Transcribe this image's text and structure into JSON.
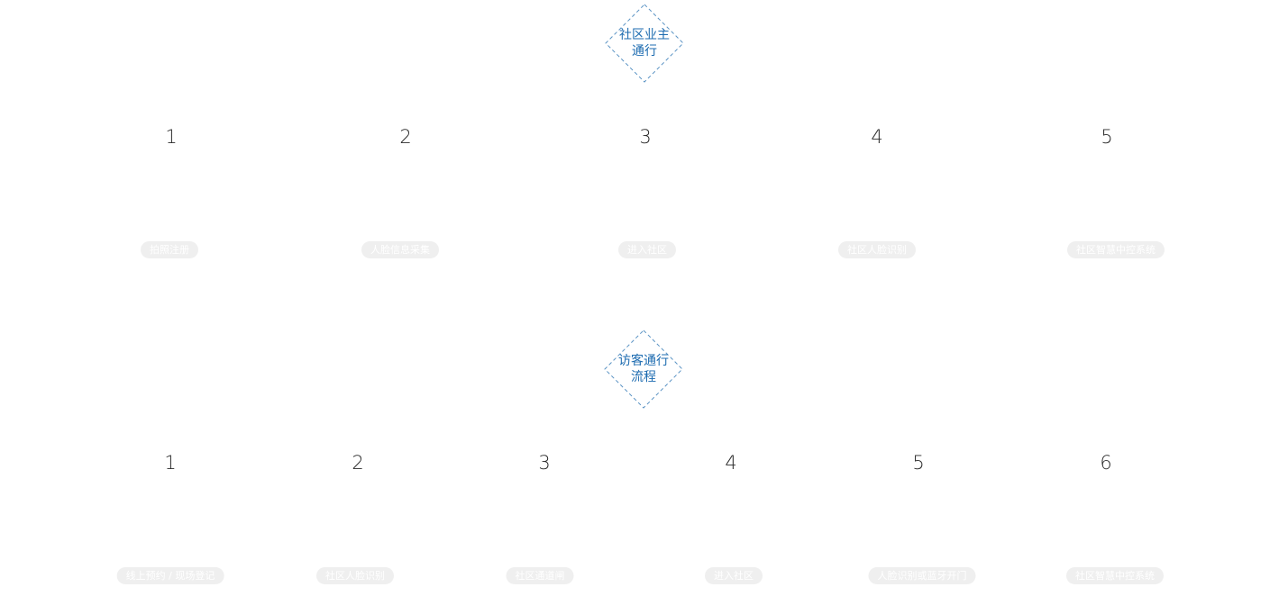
{
  "owner_flow": {
    "title": "社区业主\n通行",
    "steps": [
      {
        "number": "1",
        "label": "拍照注册"
      },
      {
        "number": "2",
        "label": "人脸信息采集"
      },
      {
        "number": "3",
        "label": "进入社区"
      },
      {
        "number": "4",
        "label": "社区人脸识别"
      },
      {
        "number": "5",
        "label": "社区智慧中控系统"
      }
    ]
  },
  "visitor_flow": {
    "title": "访客通行\n流程",
    "steps": [
      {
        "number": "1",
        "label": "线上预约 / 现场登记"
      },
      {
        "number": "2",
        "label": "社区人脸识别"
      },
      {
        "number": "3",
        "label": "社区通道闸"
      },
      {
        "number": "4",
        "label": "进入社区"
      },
      {
        "number": "5",
        "label": "人脸识别或蓝牙开门"
      },
      {
        "number": "6",
        "label": "社区智慧中控系统"
      }
    ]
  },
  "colors": {
    "accent": "#1c6bb0",
    "diamond_border": "#5a93c4",
    "number_text": "#2a2a2a",
    "pill_background": "#efefef",
    "pill_text": "#ffffff"
  }
}
